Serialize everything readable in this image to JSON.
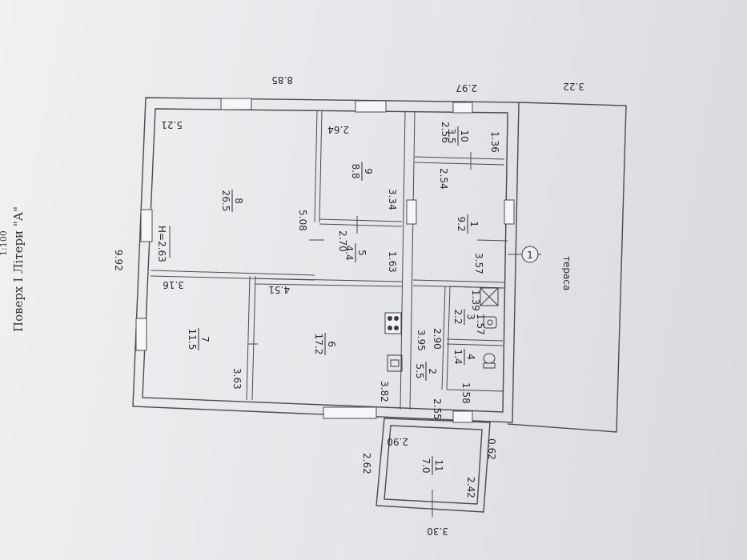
{
  "caption": "Поверх І Літери \"А\"",
  "scale_fragment": "1:100",
  "height_label": "H=2.63",
  "rooms": [
    {
      "number": "8",
      "area": "26.5"
    },
    {
      "number": "9",
      "area": "8.8"
    },
    {
      "number": "10",
      "area": "3.5"
    },
    {
      "number": "1",
      "area": "9.2"
    },
    {
      "number": "5",
      "area": "4.4"
    },
    {
      "number": "7",
      "area": "11.5"
    },
    {
      "number": "6",
      "area": "17.2"
    },
    {
      "number": "2",
      "area": "5.5"
    },
    {
      "number": "3",
      "area": "2.2"
    },
    {
      "number": "4",
      "area": "1.4"
    },
    {
      "number": "11",
      "area": "7.0"
    }
  ],
  "terrace_label": "тераса",
  "axis_marker": "1",
  "dimensions": {
    "overall_top": "8.85",
    "top_right_1": "2.97",
    "top_right_2": "3.22",
    "overall_left": "9.92",
    "room8_top": "5.21",
    "room8_side": "5.08",
    "room9_top": "2.64",
    "room9_side": "3.34",
    "room10_top": "2.56",
    "room10_side": "1.36",
    "room1_top": "2.54",
    "room1_side": "3.57",
    "room5_top": "2.70",
    "room5_side": "1.63",
    "room7_top": "3.16",
    "room7_side": "3.63",
    "room6_top": "4.51",
    "room6_side": "3.82",
    "room2_side_a": "3.95",
    "room2_side_b": "2.90",
    "room2_bottom": "2.55",
    "room3_top": "1.39",
    "room3_side": "1.57",
    "room4_bottom": "1.58",
    "room11_top": "2.90",
    "room11_left": "2.62",
    "room11_side": "2.42",
    "room11_bottom": "3.30",
    "gap": "0.62"
  }
}
